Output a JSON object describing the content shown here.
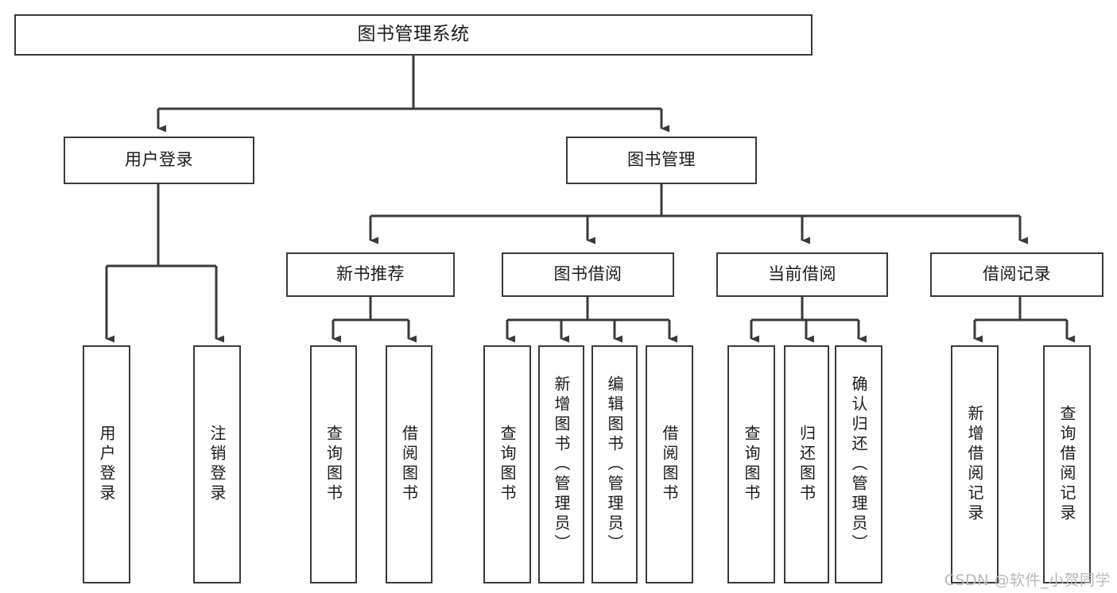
{
  "diagram": {
    "title": "图书管理系统",
    "watermark": "CSDN @软件_小贺同学",
    "stroke_color": "#3a3a3a",
    "text_color": "#1b1b1b",
    "background_color": "#ffffff",
    "watermark_color": "#b9b9b9"
  },
  "nodes": {
    "root": {
      "label": "图书管理系统"
    },
    "level1": [
      {
        "label": "用户登录"
      },
      {
        "label": "图书管理"
      }
    ],
    "level2": [
      {
        "label": "新书推荐"
      },
      {
        "label": "图书借阅"
      },
      {
        "label": "当前借阅"
      },
      {
        "label": "借阅记录"
      }
    ],
    "leaves": {
      "user_login": [
        {
          "label": "用户登录"
        },
        {
          "label": "注销登录"
        }
      ],
      "new_book": [
        {
          "label": "查询图书"
        },
        {
          "label": "借阅图书"
        }
      ],
      "borrow_book": [
        {
          "label": "查询图书"
        },
        {
          "label": "新增图书（管理员）"
        },
        {
          "label": "编辑图书（管理员）"
        },
        {
          "label": "借阅图书"
        }
      ],
      "current_borrow": [
        {
          "label": "查询图书"
        },
        {
          "label": "归还图书"
        },
        {
          "label": "确认归还（管理员）"
        }
      ],
      "borrow_record": [
        {
          "label": "新增借阅记录"
        },
        {
          "label": "查询借阅记录"
        }
      ]
    }
  }
}
